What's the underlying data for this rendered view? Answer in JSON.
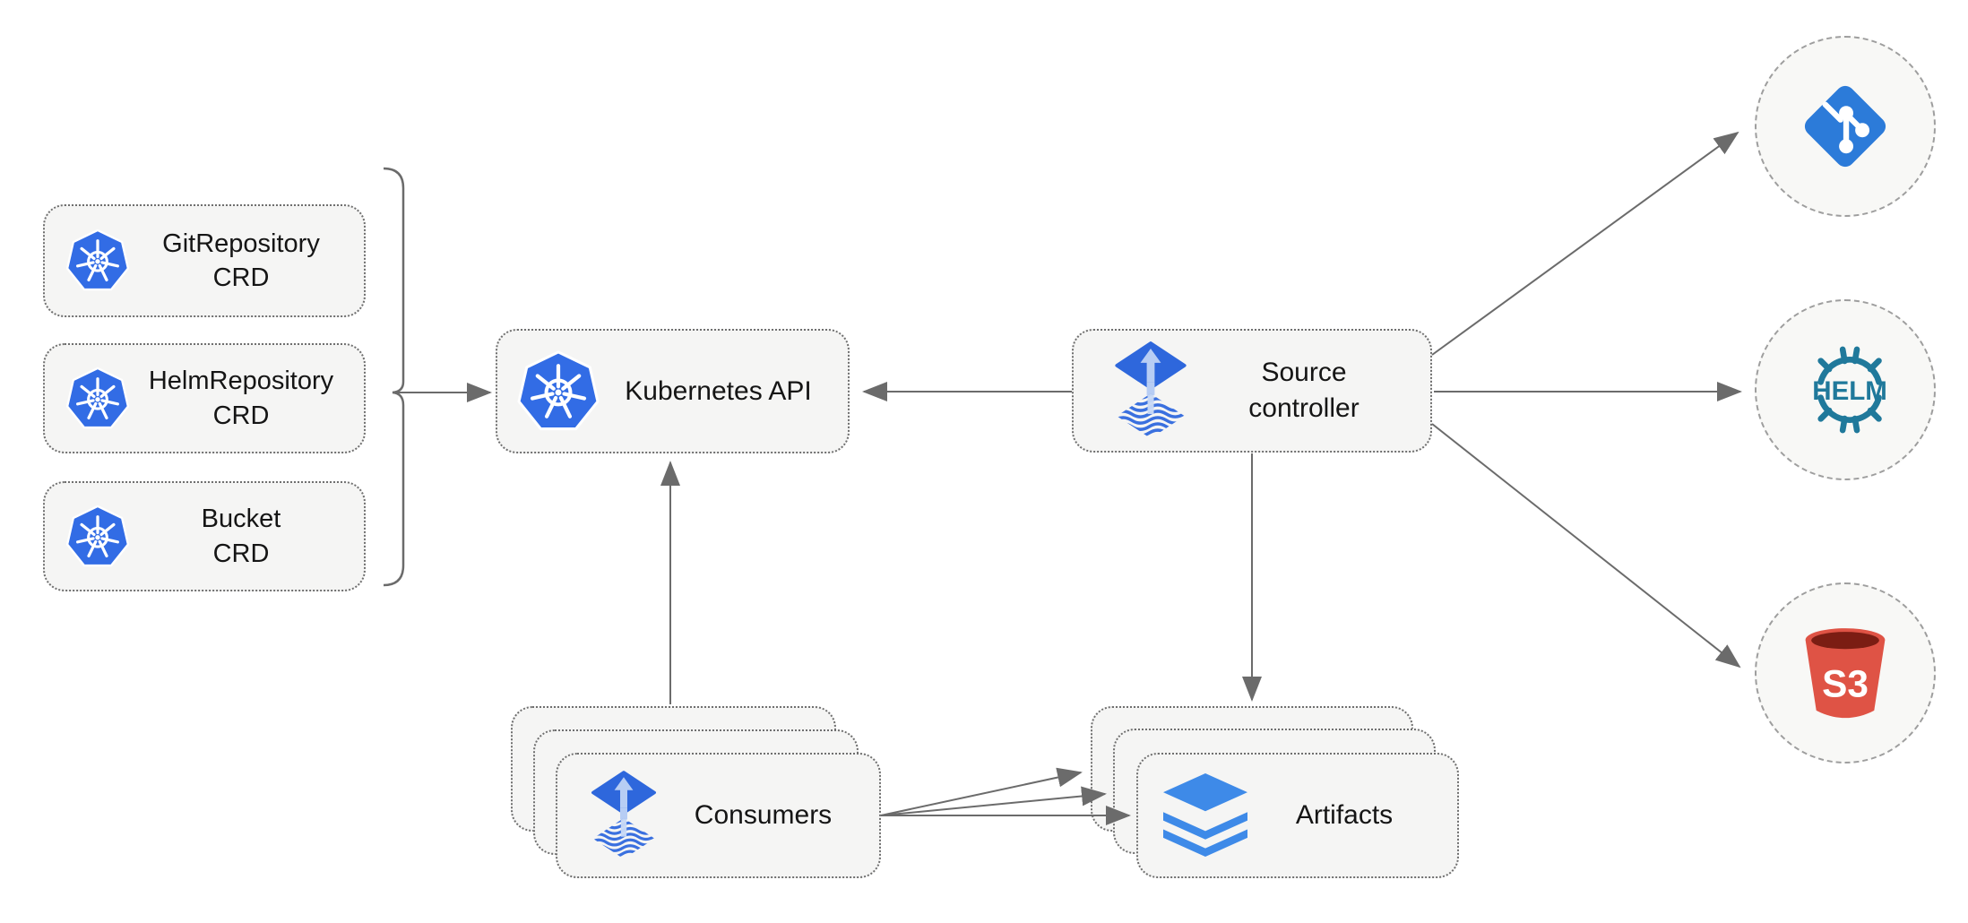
{
  "diagram": {
    "nodes": {
      "crd_git": {
        "label": "GitRepository\nCRD",
        "icon": "kubernetes-icon"
      },
      "crd_helm": {
        "label": "HelmRepository\nCRD",
        "icon": "kubernetes-icon"
      },
      "crd_bucket": {
        "label": "Bucket\nCRD",
        "icon": "kubernetes-icon"
      },
      "kubernetes_api": {
        "label": "Kubernetes API",
        "icon": "kubernetes-icon"
      },
      "source_controller": {
        "label": "Source\ncontroller",
        "icon": "flux-icon"
      },
      "consumers": {
        "label": "Consumers",
        "icon": "flux-icon",
        "stack_count": 3
      },
      "artifacts": {
        "label": "Artifacts",
        "icon": "layers-icon",
        "stack_count": 3
      },
      "git_endpoint": {
        "icon": "git-icon"
      },
      "helm_endpoint": {
        "icon": "helm-icon",
        "logo_text": "HELM"
      },
      "s3_endpoint": {
        "icon": "s3-bucket-icon",
        "logo_text": "S3"
      }
    },
    "edges": [
      {
        "from": "crd-group-bracket",
        "to": "kubernetes_api"
      },
      {
        "from": "source_controller",
        "to": "kubernetes_api"
      },
      {
        "from": "consumers",
        "to": "kubernetes_api"
      },
      {
        "from": "source_controller",
        "to": "artifacts"
      },
      {
        "from": "source_controller",
        "to": "git_endpoint"
      },
      {
        "from": "source_controller",
        "to": "helm_endpoint"
      },
      {
        "from": "source_controller",
        "to": "s3_endpoint"
      },
      {
        "from": "consumers",
        "to": "artifacts"
      },
      {
        "from": "consumers",
        "to": "artifacts"
      },
      {
        "from": "consumers",
        "to": "artifacts"
      }
    ],
    "colors": {
      "background": "#FFFFFF",
      "node_fill": "#F5F5F4",
      "node_border": "#6F6F6F",
      "circle_fill": "#F8F8F6",
      "circle_border": "#9E9E9E",
      "arrow": "#6B6B6B",
      "kubernetes_blue": "#326CE5",
      "flux_blue": "#2E67DC",
      "flux_arrow_light": "#B7CDF4",
      "git_blue": "#2C7BD9",
      "helm_teal": "#20799B",
      "s3_red": "#DF5345",
      "s3_dark_red": "#7B1D13",
      "layers_blue": "#3E8AE8",
      "text": "#151515"
    }
  }
}
